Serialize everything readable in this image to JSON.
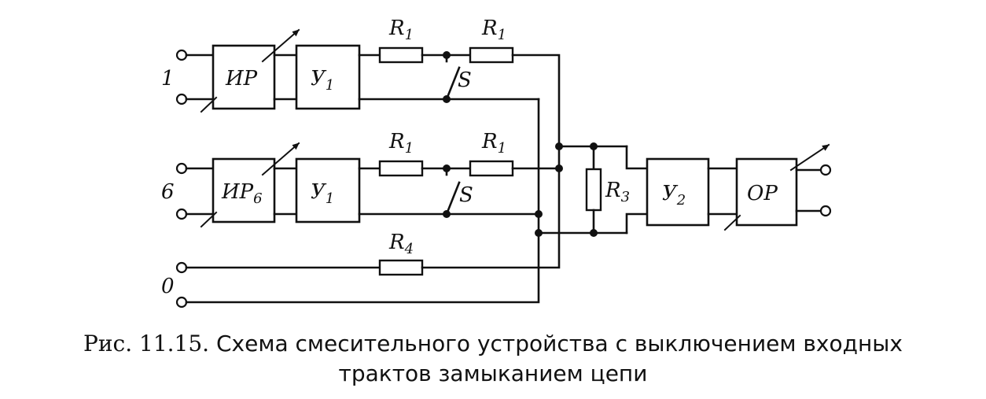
{
  "caption": {
    "number": "Рис. 11.15.",
    "line1": "Схема смесительного устройства с выключением входных",
    "line2": "трактов замыканием цепи"
  },
  "inputs": {
    "one": "1",
    "six": "6",
    "zero": "0"
  },
  "blocks": {
    "ir": "ИР",
    "ir6": {
      "main": "ИР",
      "sub": "6"
    },
    "u1": {
      "main": "У",
      "sub": "1"
    },
    "u2": {
      "main": "У",
      "sub": "2"
    },
    "op": "ОР"
  },
  "resistors": {
    "r1": {
      "main": "R",
      "sub": "1"
    },
    "r3": {
      "main": "R",
      "sub": "3"
    },
    "r4": {
      "main": "R",
      "sub": "4"
    }
  },
  "switch_label": "S"
}
